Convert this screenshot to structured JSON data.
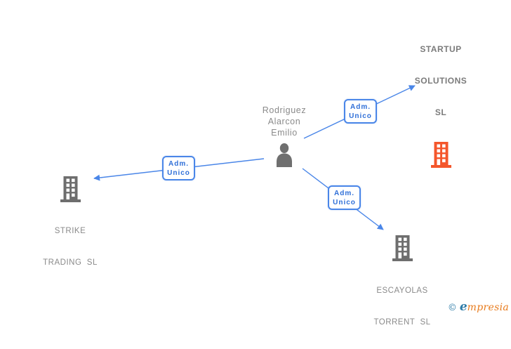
{
  "person": {
    "name_lines": [
      "Rodriguez",
      "Alarcon",
      "Emilio"
    ]
  },
  "companies": [
    {
      "lines": [
        "STARTUP",
        "SOLUTIONS",
        "SL"
      ],
      "emphasis": true
    },
    {
      "lines": [
        "STRIKE",
        "TRADING  SL"
      ],
      "emphasis": false
    },
    {
      "lines": [
        "ESCAYOLAS",
        "TORRENT  SL"
      ],
      "emphasis": false
    }
  ],
  "relations": [
    {
      "label_lines": [
        "Adm.",
        "Unico"
      ],
      "from": "Rodriguez Alarcon Emilio",
      "to": "STARTUP SOLUTIONS SL"
    },
    {
      "label_lines": [
        "Adm.",
        "Unico"
      ],
      "from": "Rodriguez Alarcon Emilio",
      "to": "STRIKE TRADING SL"
    },
    {
      "label_lines": [
        "Adm.",
        "Unico"
      ],
      "from": "Rodriguez Alarcon Emilio",
      "to": "ESCAYOLAS TORRENT SL"
    }
  ],
  "colors": {
    "arrow_blue": "#4a86e8",
    "label_border_blue": "#4a86e8",
    "label_text_blue": "#2f6fd8",
    "company_gray": "#6e6e6e",
    "person_gray": "#6f6f6f",
    "company_orange": "#f4562b",
    "text_gray": "#8a8a8a",
    "emphasis_text_gray": "#7b7b7b",
    "logo_blue": "#2e7ca8",
    "logo_orange": "#e87b1c",
    "background": "#ffffff"
  },
  "watermark": {
    "copyright": "©",
    "brand_initial": "e",
    "brand_rest": "mpresia"
  }
}
